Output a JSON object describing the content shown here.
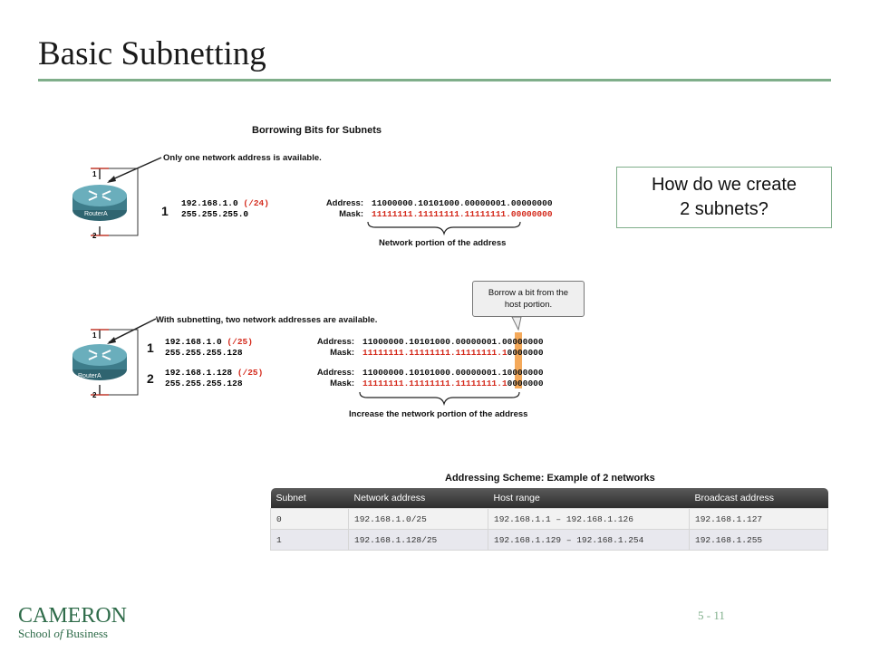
{
  "slide": {
    "title": "Basic Subnetting",
    "page_number": "5 - 11",
    "logo_line1": "CAMERON",
    "logo_line2_a": "School",
    "logo_line2_of": "of",
    "logo_line2_b": "Business"
  },
  "callout": {
    "line1": "How do we create",
    "line2": "2 subnets?"
  },
  "figure1": {
    "title": "Borrowing Bits for Subnets",
    "note": "Only one network address is available.",
    "router_label": "RouterA",
    "iface_top": "1",
    "iface_bottom": "2",
    "net_number": "1",
    "net_address": "192.168.1.0",
    "net_prefix": "(/24)",
    "net_mask": "255.255.255.0",
    "address_label": "Address:",
    "mask_label": "Mask:",
    "address_bits": "11000000.10101000.00000001.00000000",
    "mask_bits": "11111111.11111111.11111111.00000000",
    "brace_caption": "Network portion of the address"
  },
  "figure2": {
    "note": "With subnetting, two network addresses are  available.",
    "router_label": "RouterA",
    "iface_top": "1",
    "iface_bottom": "2",
    "borrow_line1": "Borrow a bit from the",
    "borrow_line2": "host portion.",
    "subnets": [
      {
        "number": "1",
        "address": "192.168.1.0",
        "prefix": "(/25)",
        "mask": "255.255.255.128",
        "addr_bits_a": "11000000.10101000.00000001.",
        "addr_bits_b": "0",
        "addr_bits_c": "0000000",
        "mask_bits_a": "11111111.11111111.11111111.",
        "mask_bits_b": "1",
        "mask_bits_c": "0000000"
      },
      {
        "number": "2",
        "address": "192.168.1.128",
        "prefix": "(/25)",
        "mask": "255.255.255.128",
        "addr_bits_a": "11000000.10101000.00000001.",
        "addr_bits_b": "1",
        "addr_bits_c": "0000000",
        "mask_bits_a": "11111111.11111111.11111111.",
        "mask_bits_b": "1",
        "mask_bits_c": "0000000"
      }
    ],
    "address_label": "Address:",
    "mask_label": "Mask:",
    "brace_caption": "Increase the network portion of the address"
  },
  "scheme": {
    "title": "Addressing Scheme: Example of 2 networks",
    "headers": [
      "Subnet",
      "Network address",
      "Host range",
      "Broadcast address"
    ],
    "rows": [
      [
        "0",
        "192.168.1.0/25",
        "192.168.1.1 – 192.168.1.126",
        "192.168.1.127"
      ],
      [
        "1",
        "192.168.1.128/25",
        "192.168.1.129 – 192.168.1.254",
        "192.168.1.255"
      ]
    ]
  },
  "colors": {
    "accent_green": "#7fae8a",
    "logo_green": "#2e6b49",
    "bit_red": "#d42a1c",
    "borrow_highlight": "#f4a95a"
  }
}
